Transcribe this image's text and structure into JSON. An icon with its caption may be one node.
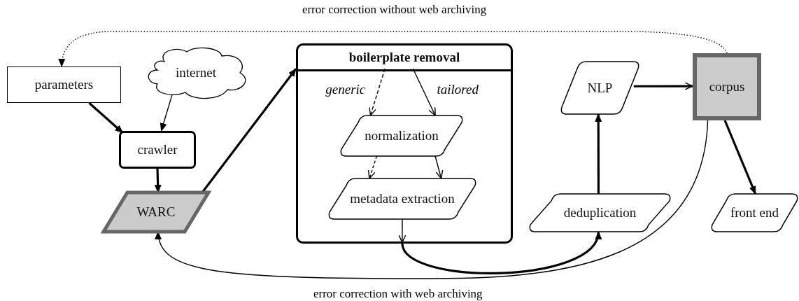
{
  "diagram": {
    "nodes": [
      {
        "text": [
          "parameters"
        ]
      },
      {
        "text": [
          "internet"
        ]
      },
      {
        "text": [
          "crawler"
        ]
      },
      {
        "text": [
          "WARC"
        ]
      },
      {
        "text": [
          "boilerplate removal"
        ]
      },
      {
        "text": [
          "normalization"
        ],
        "in": 4
      },
      {
        "text": [
          "metadata extraction"
        ],
        "in": 4
      },
      {
        "text": [
          "NLP"
        ]
      },
      {
        "text": [
          "corpus"
        ]
      },
      {
        "text": [
          "deduplication"
        ]
      },
      {
        "text": [
          "front end"
        ]
      }
    ],
    "edges": [
      {
        "from": 8,
        "to": 0,
        "arrow": "to",
        "style": "dashed",
        "label": "error correction without web archiving"
      },
      {
        "from": 0,
        "to": 2,
        "arrow": "to",
        "style": "thick"
      },
      {
        "from": 1,
        "to": 2,
        "arrow": "to"
      },
      {
        "from": 2,
        "to": 3,
        "arrow": "to",
        "style": "thick"
      },
      {
        "from": 3,
        "to": 4,
        "arrow": "to",
        "style": "thick"
      },
      {
        "from": 4,
        "to": 5,
        "arrow": "to",
        "style": "dashed",
        "label": "generic"
      },
      {
        "from": 4,
        "to": 5,
        "arrow": "to",
        "label": "tailored"
      },
      {
        "from": 5,
        "to": 6,
        "arrow": "to",
        "style": "dashed"
      },
      {
        "from": 5,
        "to": 6,
        "arrow": "to"
      },
      {
        "from": 6,
        "to": 4,
        "arrow": "to"
      },
      {
        "from": 4,
        "to": 9,
        "arrow": "to",
        "style": "thick"
      },
      {
        "from": 9,
        "to": 7,
        "arrow": "to",
        "style": "thick"
      },
      {
        "from": 7,
        "to": 8,
        "arrow": "to",
        "style": "thick"
      },
      {
        "from": 8,
        "to": 10,
        "arrow": "to",
        "style": "thick"
      },
      {
        "from": 8,
        "to": 3,
        "arrow": "to",
        "label": "error correction with web archiving"
      }
    ]
  }
}
